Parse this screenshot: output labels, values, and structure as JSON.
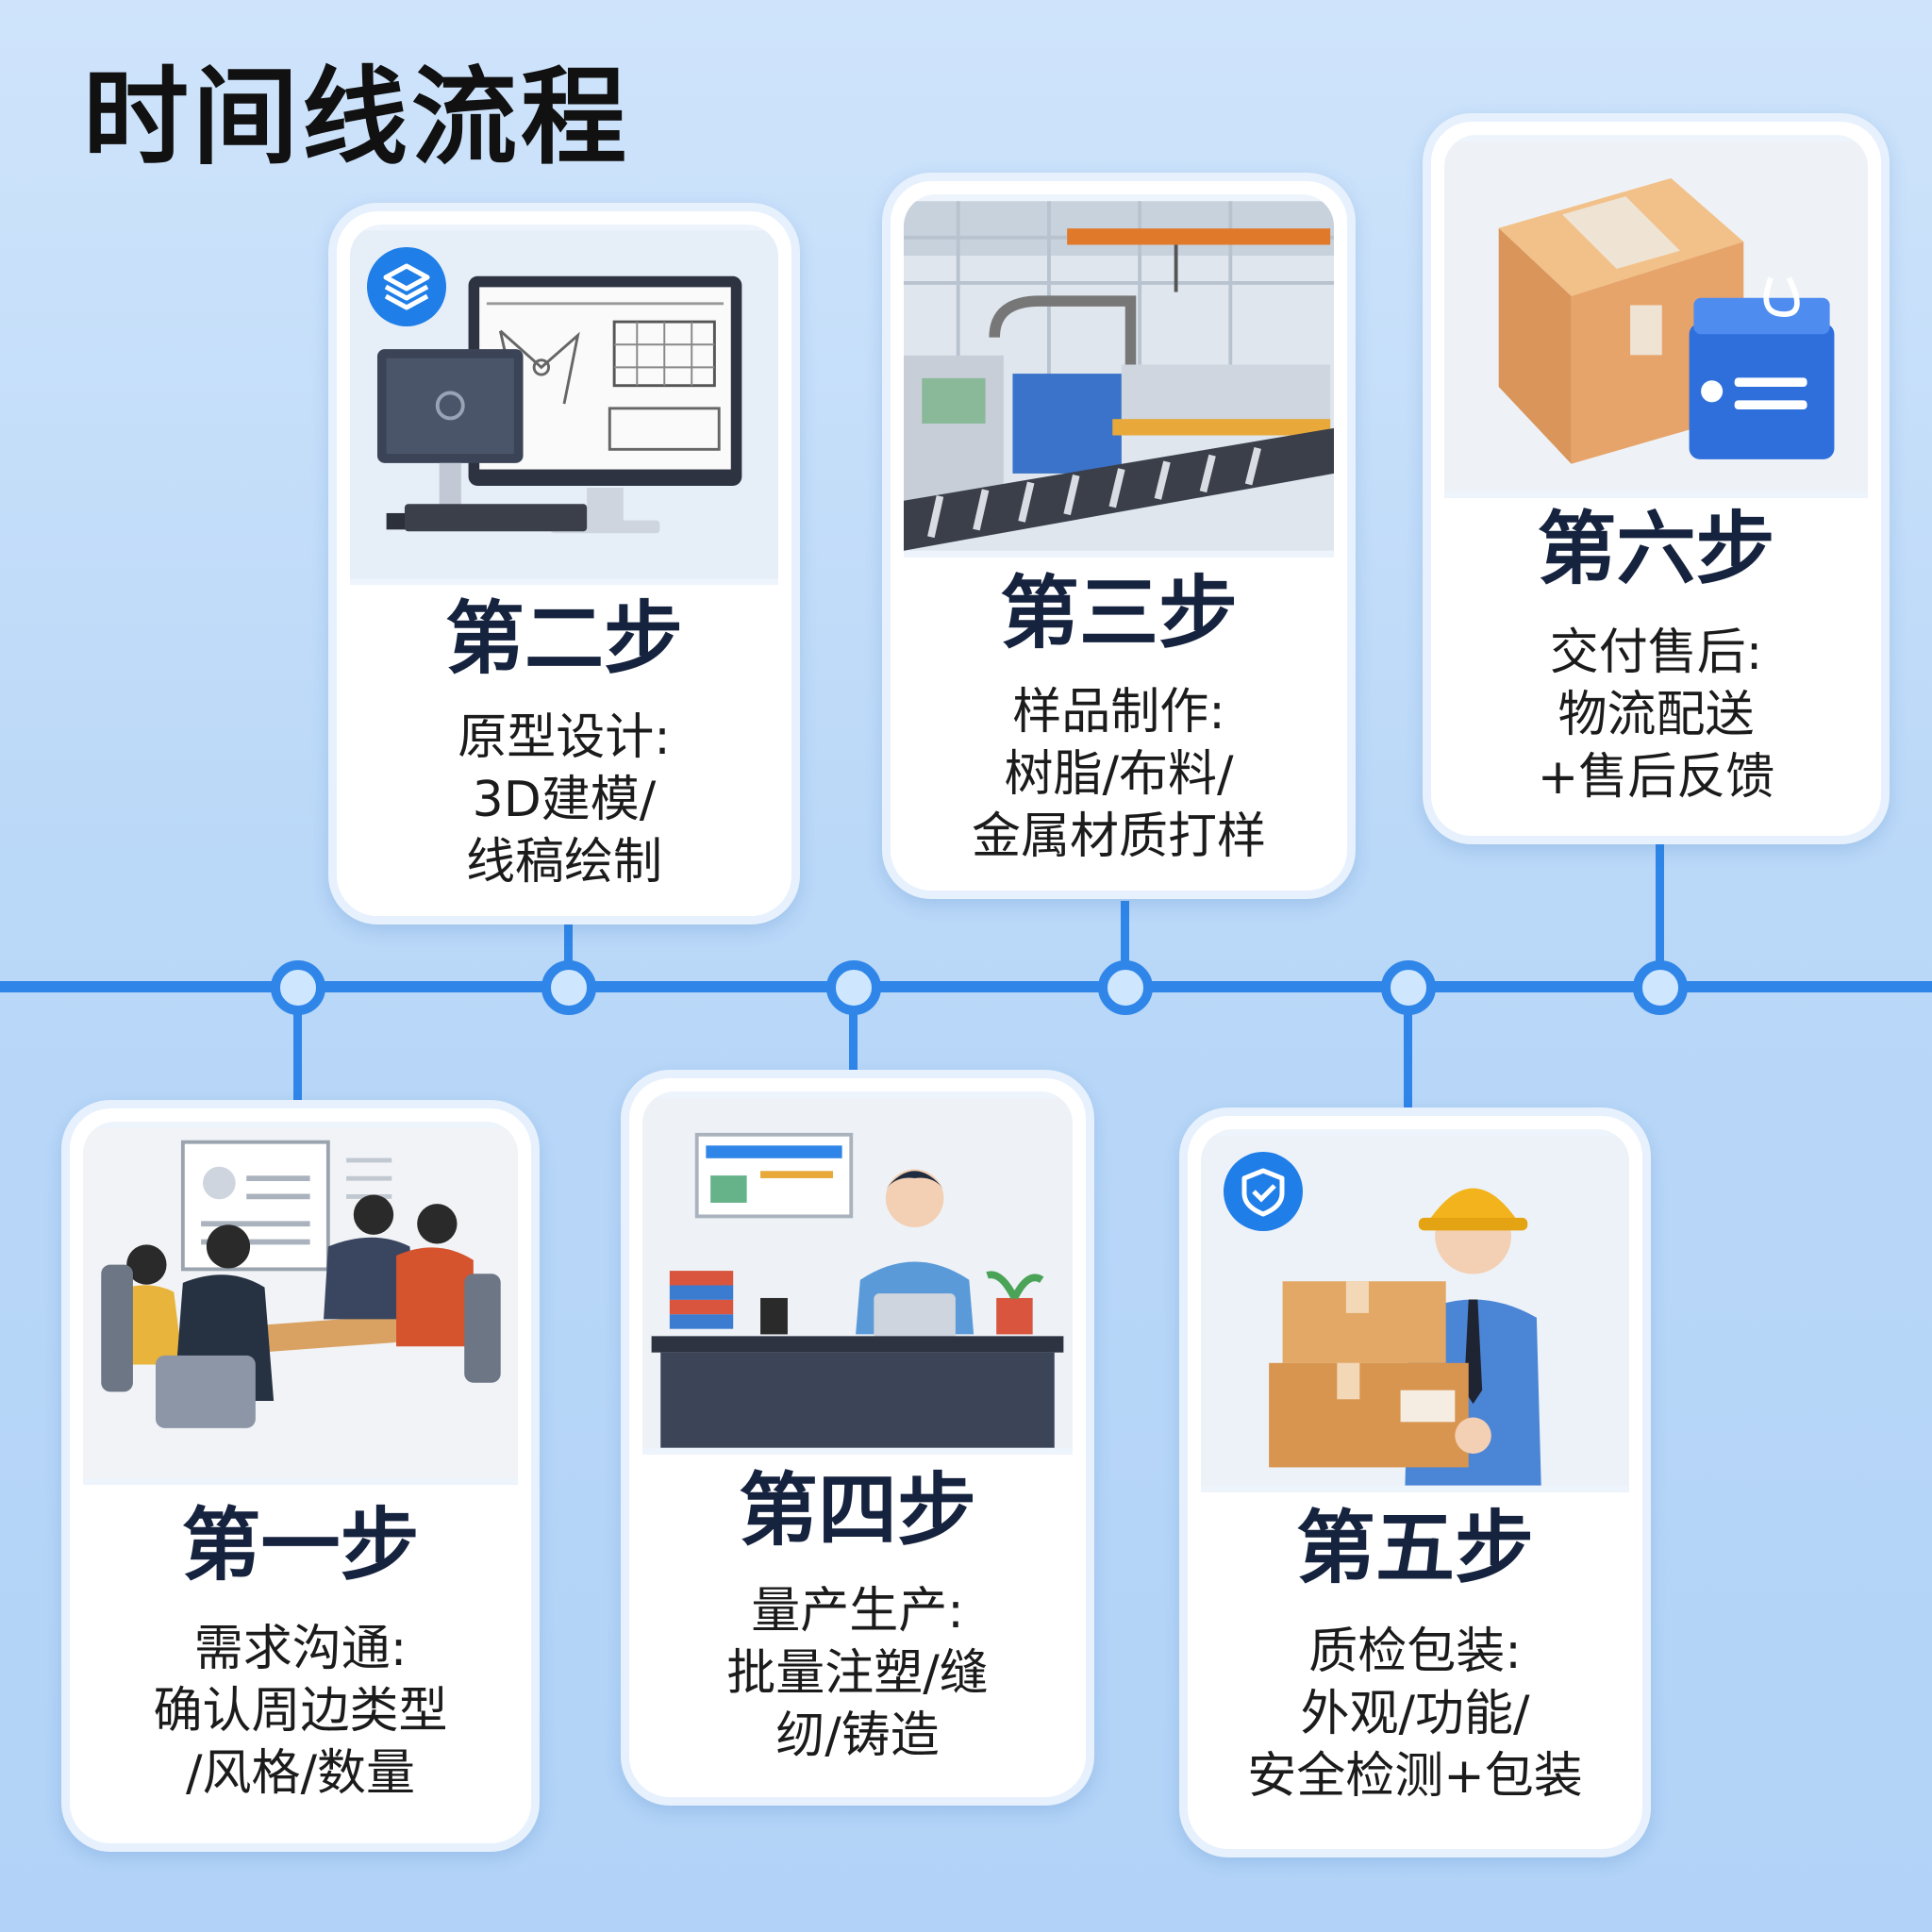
{
  "title": "时间线流程",
  "steps": [
    {
      "label": "第一步",
      "lines": [
        "需求沟通:",
        "确认周边类型",
        "/风格/数量"
      ]
    },
    {
      "label": "第二步",
      "lines": [
        "原型设计:",
        "3D建模/",
        "线稿绘制"
      ]
    },
    {
      "label": "第三步",
      "lines": [
        "样品制作:",
        "树脂/布料/",
        "金属材质打样"
      ]
    },
    {
      "label": "第四步",
      "lines": [
        "量产生产:",
        "批量注塑/缝",
        "纫/铸造"
      ]
    },
    {
      "label": "第五步",
      "lines": [
        "质检包装:",
        "外观/功能/",
        "安全检测+包装"
      ]
    },
    {
      "label": "第六步",
      "lines": [
        "交付售后:",
        "物流配送",
        "+售后反馈"
      ]
    }
  ],
  "colors": {
    "timeline": "#2f86e8",
    "background": "#c3ddf9",
    "step_text": "#16233f"
  },
  "icons": {
    "badge_step2": "layers-icon",
    "badge_step5": "shield-check-icon"
  }
}
